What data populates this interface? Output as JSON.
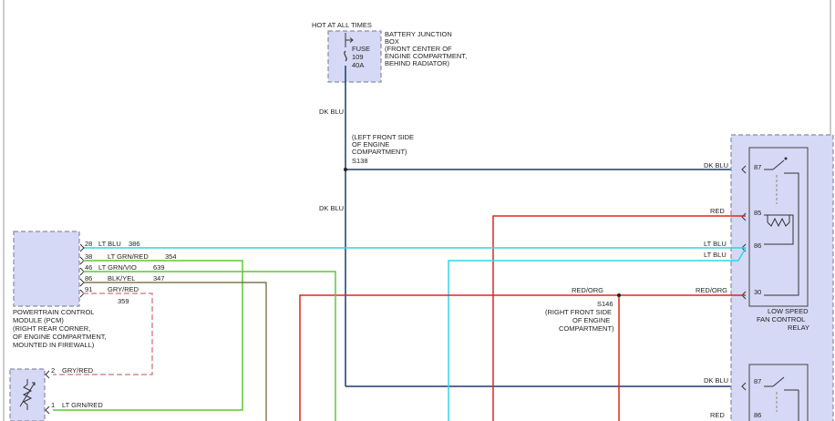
{
  "fuse_box": {
    "header": "HOT AT ALL TIMES",
    "lines": [
      "BATTERY JUNCTION",
      "BOX",
      "(FRONT CENTER OF",
      "ENGINE COMPARTMENT,",
      "BEHIND RADIATOR)"
    ],
    "fuse_lines": [
      "FUSE",
      "109",
      "40A"
    ]
  },
  "splice_s138": {
    "lines": [
      "(LEFT FRONT SIDE",
      "OF ENGINE",
      "COMPARTMENT)",
      "S138"
    ]
  },
  "splice_s146": {
    "lines": [
      "S146",
      "(RIGHT FRONT SIDE",
      "OF ENGINE",
      "COMPARTMENT)"
    ]
  },
  "pcm": {
    "lines": [
      "POWERTRAIN CONTROL",
      "MODULE (PCM)",
      "(RIGHT REAR CORNER,",
      "OF ENGINE COMPARTMENT,",
      "MOUNTED IN FIREWALL)"
    ],
    "pins": [
      {
        "pin": "28",
        "color": "LT BLU",
        "circuit": "386"
      },
      {
        "pin": "38",
        "color": "LT GRN/RED",
        "circuit": "354"
      },
      {
        "pin": "46",
        "color": "LT GRN/VIO",
        "circuit": "639"
      },
      {
        "pin": "86",
        "color": "BLK/YEL",
        "circuit": "347"
      },
      {
        "pin": "91",
        "color": "GRY/RED",
        "circuit": "359"
      }
    ]
  },
  "sensor": {
    "pins": [
      {
        "pin": "2",
        "color": "GRY/RED"
      },
      {
        "pin": "1",
        "color": "LT GRN/RED"
      }
    ]
  },
  "relay": {
    "lines": [
      "LOW SPEED",
      "FAN CONTROL",
      "RELAY"
    ],
    "pins": [
      "87",
      "85",
      "86",
      "30"
    ],
    "second_relay_pins": [
      "87",
      "86"
    ]
  },
  "wire_labels": {
    "dk_blu_upper": "DK BLU",
    "dk_blu_lower": "DK BLU",
    "relay_87": "DK BLU",
    "relay_85": "RED",
    "relay_86a": "LT BLU",
    "relay_86b": "LT BLU",
    "relay_30": "RED/ORG",
    "s146_in": "RED/ORG",
    "relay2_87": "DK BLU",
    "relay2_86": "RED"
  },
  "wire_colors": {
    "dk_blu": "#1f3a6e",
    "red": "#e0261e",
    "lt_blu": "#2fd6e6",
    "lt_grn": "#5cc832",
    "blk_yel": "#6b5a2a",
    "gry_red": "#d98b8b",
    "component_fill": "#d6d9f5",
    "component_border": "#8a8aa6"
  }
}
